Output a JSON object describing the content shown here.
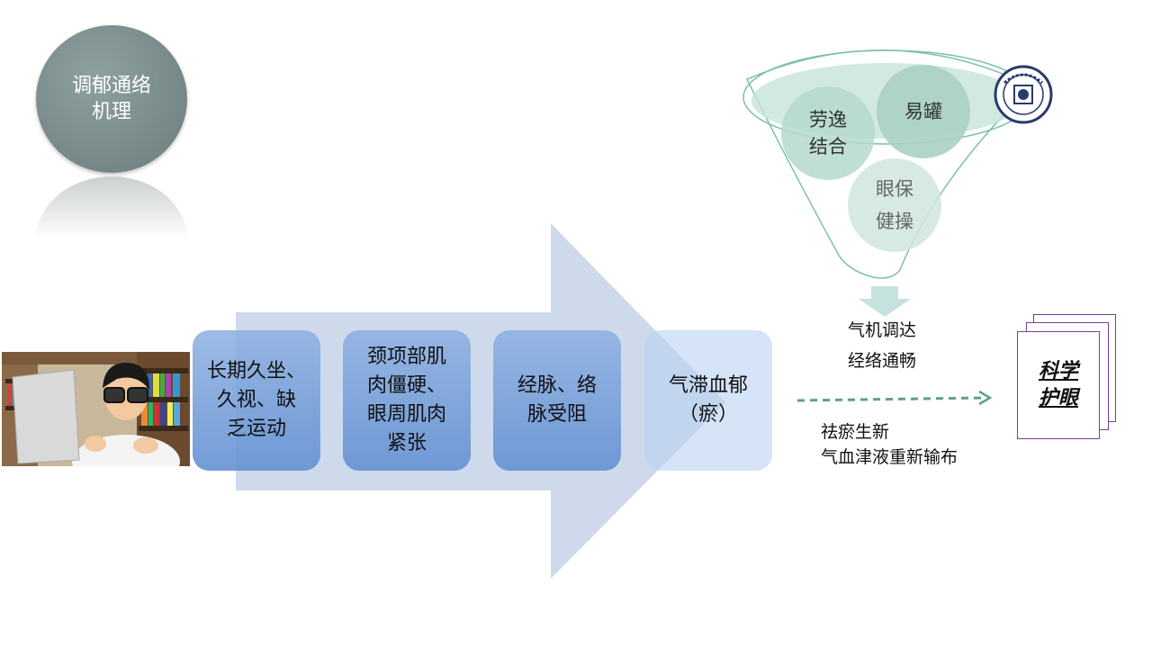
{
  "title": {
    "line1": "调郁通络",
    "line2": "机理"
  },
  "flow": [
    {
      "lines": [
        "长期久坐、",
        "久视、缺",
        "乏运动"
      ]
    },
    {
      "lines": [
        "颈项部肌",
        "肉僵硬、",
        "眼周肌肉",
        "紧张"
      ]
    },
    {
      "lines": [
        "经脉、络",
        "脉受阻"
      ]
    },
    {
      "lines": [
        "气滞血郁",
        "（瘀）"
      ]
    }
  ],
  "funnel": {
    "bubbles": {
      "b1": [
        "劳逸",
        "结合"
      ],
      "b2": [
        "易罐"
      ],
      "b3": [
        "眼保",
        "健操"
      ]
    }
  },
  "result_top": [
    "气机调达",
    "经络通畅"
  ],
  "result_bottom": [
    "祛瘀生新",
    "气血津液重新输布"
  ],
  "document_label": [
    "科学",
    "护眼"
  ],
  "colors": {
    "arrow": "#c9d6ea",
    "box": "#7fa4dc",
    "teal": "#6fae9a",
    "title": "#7a8c8c",
    "doc_border": "#7a3c99"
  }
}
